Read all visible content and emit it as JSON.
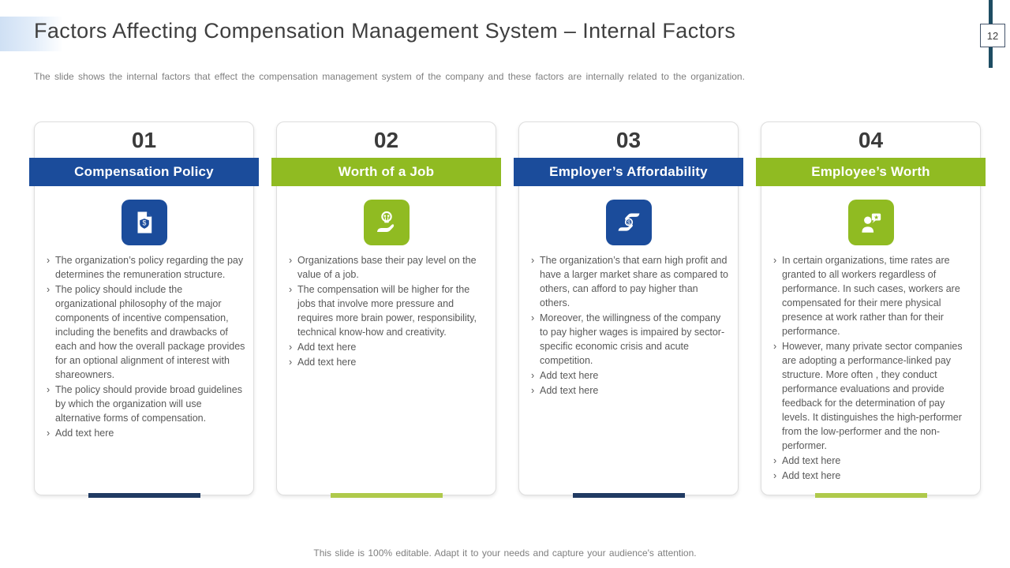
{
  "slide": {
    "title": "Factors Affecting Compensation Management System – Internal Factors",
    "subtitle": "The slide shows the internal factors that effect the compensation management  system of the company and these factors are internally related to the organization.",
    "page_number": "12",
    "footer": "This slide is 100% editable. Adapt it to your needs and capture your audience's attention."
  },
  "colors": {
    "blue_accent": "#1b4c9b",
    "green_accent": "#90bb22",
    "blue_underline": "#203a62",
    "green_underline": "#afc94b",
    "line_teal": "#1e4d63"
  },
  "cards": [
    {
      "number": "01",
      "title": "Compensation Policy",
      "accent": "blue",
      "icon": "document-dollar-shield-icon",
      "bullets": [
        "The organization’s policy regarding the pay determines the remuneration structure.",
        "The policy should include the organizational philosophy of the major components of incentive compensation, including the benefits and drawbacks of each and how the overall package provides for an optional alignment of interest with shareowners.",
        "The policy should provide broad guidelines by which the organization will use alternative forms of compensation.",
        "Add text here"
      ]
    },
    {
      "number": "02",
      "title": "Worth of a Job",
      "accent": "green",
      "icon": "hand-lightbulb-icon",
      "bullets": [
        "Organizations base their pay level on the value of a job.",
        "The compensation will be higher for the jobs that involve more pressure and requires more brain power, responsibility, technical know-how and creativity.",
        "Add text here",
        "Add text here"
      ]
    },
    {
      "number": "03",
      "title": "Employer’s Affordability",
      "accent": "blue",
      "icon": "hands-exchange-dollar-icon",
      "bullets": [
        "The organization’s that earn high profit and have a larger market share as compared to others, can afford to pay higher than others.",
        "Moreover,  the willingness of the company to pay higher wages is impaired by sector-specific economic crisis and acute competition.",
        "Add text here",
        "Add text here"
      ]
    },
    {
      "number": "04",
      "title": "Employee’s Worth",
      "accent": "green",
      "icon": "person-star-speech-icon",
      "bullets": [
        "In certain organizations, time rates are granted to all workers regardless of performance. In such cases, workers are compensated for their mere physical presence at work rather than for their performance.",
        "However, many private sector companies are adopting a performance-linked pay structure. More often , they conduct performance evaluations and provide feedback for the determination of pay levels. It distinguishes the high-performer from the low-performer and the non-performer.",
        "Add text here",
        "Add text here"
      ]
    }
  ]
}
